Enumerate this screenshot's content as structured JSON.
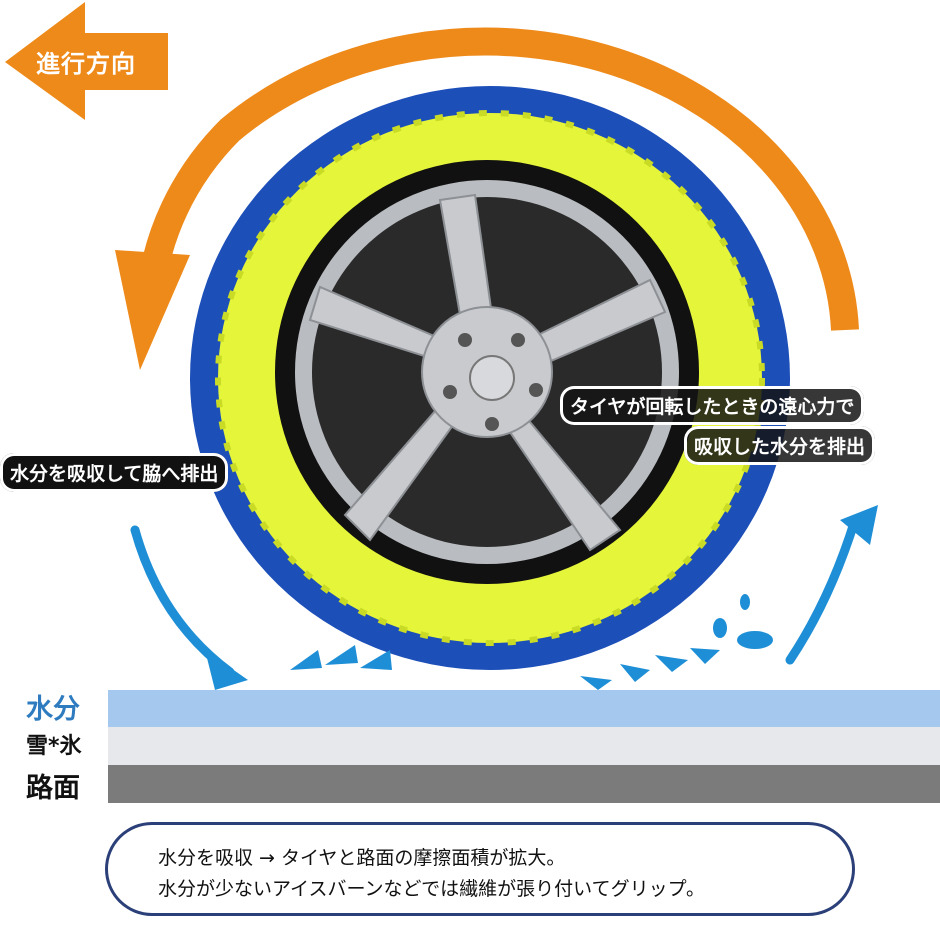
{
  "direction_label": "進行方向",
  "callouts": {
    "left": "水分を吸収して脇へ排出",
    "right_line1": "タイヤが回転したときの遠心力で",
    "right_line2": "吸収した水分を排出"
  },
  "layers": [
    {
      "label": "水分",
      "color": "#a5c9ee"
    },
    {
      "label": "雪*氷",
      "color": "#e6e8ec"
    },
    {
      "label": "路面",
      "color": "#7b7b7b"
    }
  ],
  "note": {
    "line1": "水分を吸収 → タイヤと路面の摩擦面積が拡大。",
    "line2": "水分が少ないアイスバーンなどでは繊維が張り付いてグリップ。"
  },
  "colors": {
    "orange": "#ee8a1a",
    "blue_cover": "#1d4fb8",
    "yellow_cover": "#e4f53a",
    "water_arrow": "#1e8fd6"
  }
}
